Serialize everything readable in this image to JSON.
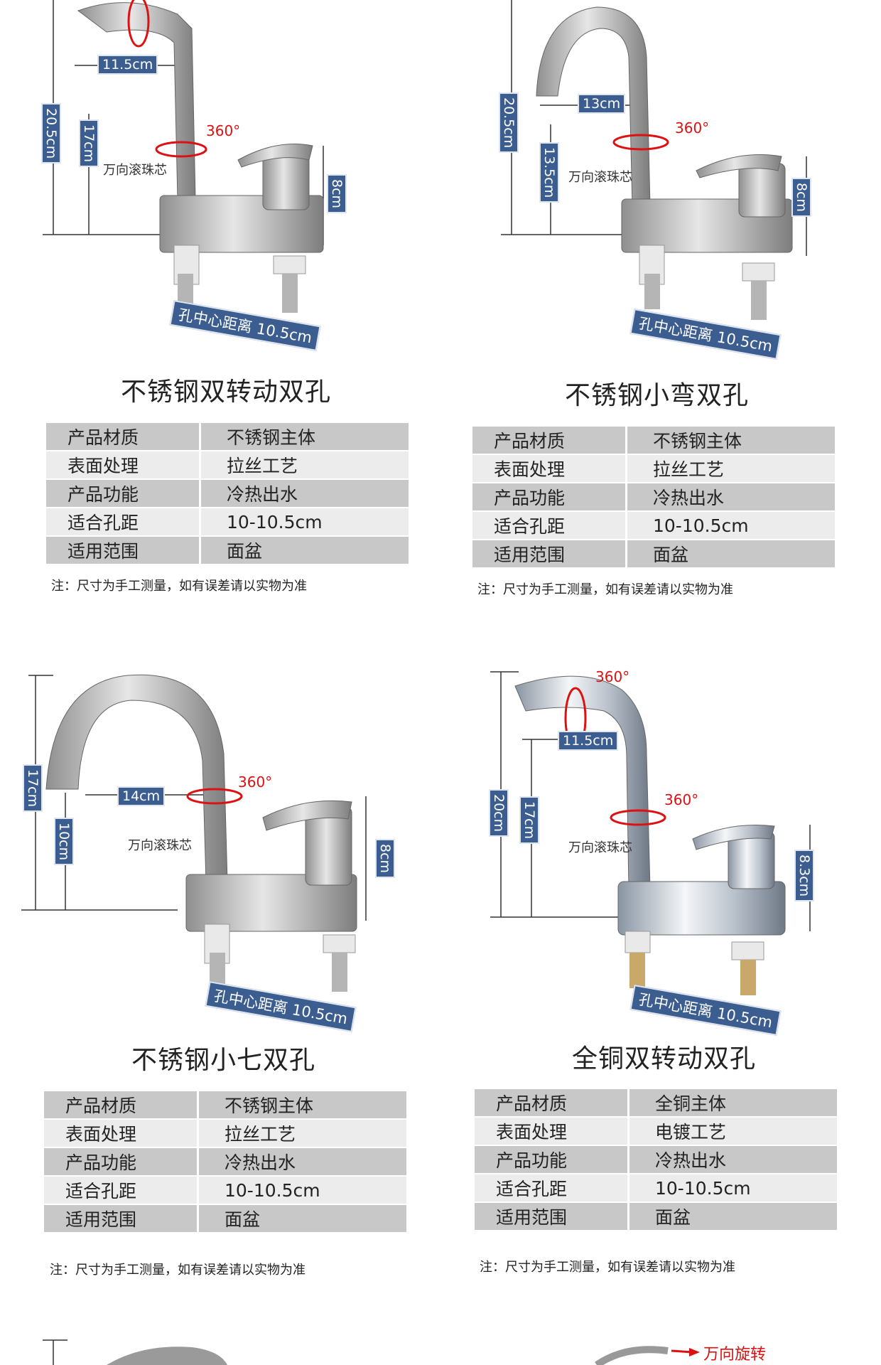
{
  "colors": {
    "dimension_badge": "#3b5d8f",
    "rotation": "#dd1111",
    "row_dark": "#c8c8c8",
    "row_light": "#ececec"
  },
  "spec_keys": [
    "产品材质",
    "表面处理",
    "产品功能",
    "适合孔距",
    "适用范围"
  ],
  "products": [
    {
      "title": "不锈钢双转动双孔",
      "dims": {
        "total_height": "20.5cm",
        "spout_height": "17cm",
        "reach": "11.5cm",
        "body_height": "8cm",
        "hole_distance": "孔中心距离 10.5cm"
      },
      "rotation": "360°",
      "core": "万向滚珠芯",
      "specs": [
        "不锈钢主体",
        "拉丝工艺",
        "冷热出水",
        "10-10.5cm",
        "面盆"
      ],
      "note": "注：尺寸为手工测量，如有误差请以实物为准"
    },
    {
      "title": "不锈钢小弯双孔",
      "dims": {
        "total_height": "20.5cm",
        "spout_height": "13.5cm",
        "reach": "13cm",
        "body_height": "8cm",
        "hole_distance": "孔中心距离 10.5cm"
      },
      "rotation": "360°",
      "core": "万向滚珠芯",
      "specs": [
        "不锈钢主体",
        "拉丝工艺",
        "冷热出水",
        "10-10.5cm",
        "面盆"
      ],
      "note": "注：尺寸为手工测量，如有误差请以实物为准"
    },
    {
      "title": "不锈钢小七双孔",
      "dims": {
        "total_height": "17cm",
        "spout_height": "10cm",
        "reach": "14cm",
        "body_height": "8cm",
        "hole_distance": "孔中心距离 10.5cm"
      },
      "rotation": "360°",
      "core": "万向滚珠芯",
      "specs": [
        "不锈钢主体",
        "拉丝工艺",
        "冷热出水",
        "10-10.5cm",
        "面盆"
      ],
      "note": "注：尺寸为手工测量，如有误差请以实物为准"
    },
    {
      "title": "全铜双转动双孔",
      "dims": {
        "total_height": "20cm",
        "spout_height": "17cm",
        "reach": "11.5cm",
        "body_height": "8.3cm",
        "hole_distance": "孔中心距离 10.5cm"
      },
      "rotation": "360°",
      "rotation_top": "360°",
      "core": "万向滚珠芯",
      "specs": [
        "全铜主体",
        "电镀工艺",
        "冷热出水",
        "10-10.5cm",
        "面盆"
      ],
      "note": "注：尺寸为手工测量，如有误差请以实物为准"
    }
  ],
  "bottom_label": "万向旋转"
}
